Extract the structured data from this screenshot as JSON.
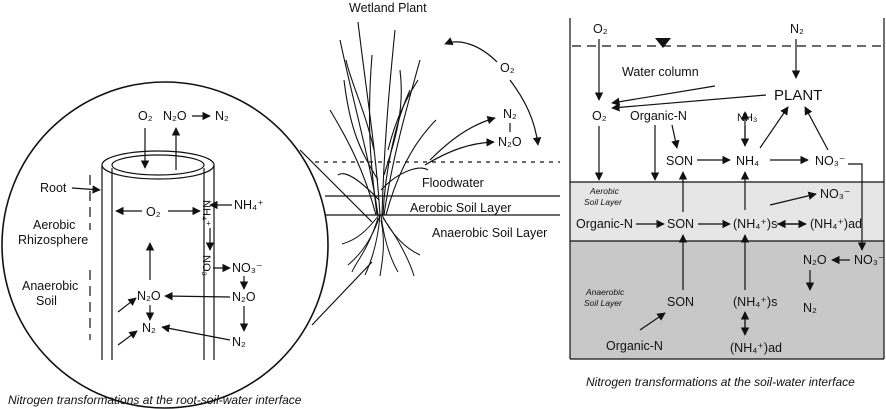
{
  "plant": {
    "title": "Wetland Plant",
    "o2": "O₂",
    "n2": "N₂",
    "n2o": "N₂O",
    "floodwater": "Floodwater",
    "aerobic_layer": "Aerobic Soil Layer",
    "anaerobic_layer": "Anaerobic Soil Layer"
  },
  "root_panel": {
    "o2_top": "O₂",
    "n2o_top": "N₂O",
    "n2_top": "N₂",
    "root": "Root",
    "aerobic_rhizo_1": "Aerobic",
    "aerobic_rhizo_2": "Rhizosphere",
    "o2_mid": "O₂",
    "nh4_in": "NH₄⁺",
    "nh4_vertical": "NH₄⁺",
    "no3_vertical": "NO₃",
    "anaerobic_1": "Anaerobic",
    "anaerobic_2": "Soil",
    "no3_right": "NO₃⁻",
    "n2o_left": "N₂O",
    "n2o_right": "N₂O",
    "n2_left": "N₂",
    "n2_right": "N₂",
    "caption": "Nitrogen transformations at the root-soil-water interface"
  },
  "soil_panel": {
    "o2_top": "O₂",
    "n2_top": "N₂",
    "water_column": "Water column",
    "plant": "PLANT",
    "o2": "O₂",
    "organic_n_water": "Organic-N",
    "nh3": "NH₃",
    "son_water": "SON",
    "nh4_water": "NH₄",
    "no3_water": "NO₃⁻",
    "aerobic_1": "Aerobic",
    "aerobic_2": "Soil Layer",
    "no3_aerobic": "NO₃⁻",
    "organic_n_aerobic": "Organic-N",
    "son_aerobic": "SON",
    "nh4_s_aerobic": "(NH₄⁺)s",
    "nh4_ad_aerobic": "(NH₄⁺)ad",
    "anaerobic_1": "Anaerobic",
    "anaerobic_2": "Soil Layer",
    "n2o": "N₂O",
    "no3_anaerobic": "NO₃⁻",
    "n2": "N₂",
    "son_anaerobic": "SON",
    "nh4_s_anaerobic": "(NH₄⁺)s",
    "organic_n_anaerobic": "Organic-N",
    "nh4_ad_anaerobic": "(NH₄⁺)ad",
    "caption": "Nitrogen transformations at the soil-water interface"
  },
  "colors": {
    "aerobic_fill": "#e6e6e6",
    "anaerobic_fill": "#c8c8c8",
    "ink": "#111111"
  }
}
